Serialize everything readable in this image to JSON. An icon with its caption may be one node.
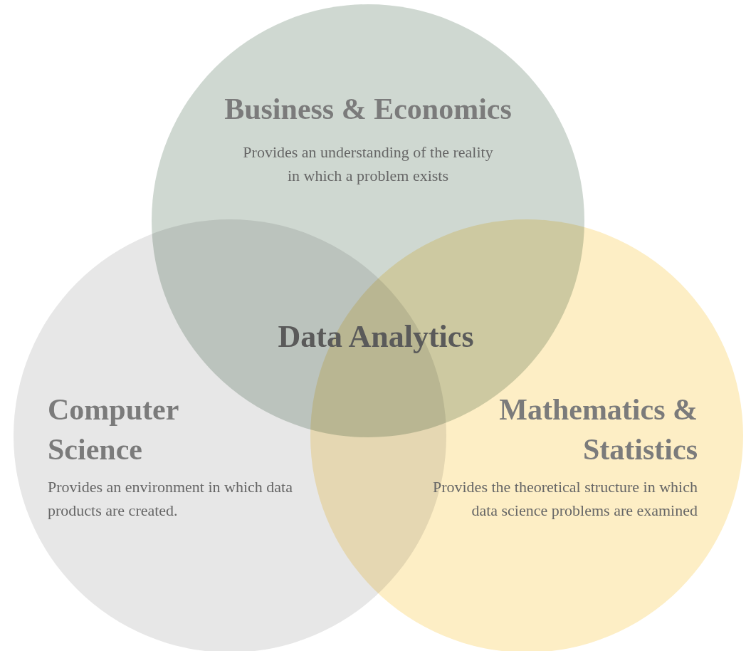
{
  "diagram": {
    "nodes": [
      {
        "text": [
          "Business & Economics",
          "Provides an understanding of the reality in which a problem exists"
        ]
      },
      {
        "text": [
          "Computer Science",
          "Provides an environment in which data products are created."
        ]
      },
      {
        "text": [
          "Mathematics & Statistics",
          "Provides the theoretical structure in which data science problems are examined"
        ]
      }
    ],
    "labels": [
      "Data Analytics"
    ]
  }
}
